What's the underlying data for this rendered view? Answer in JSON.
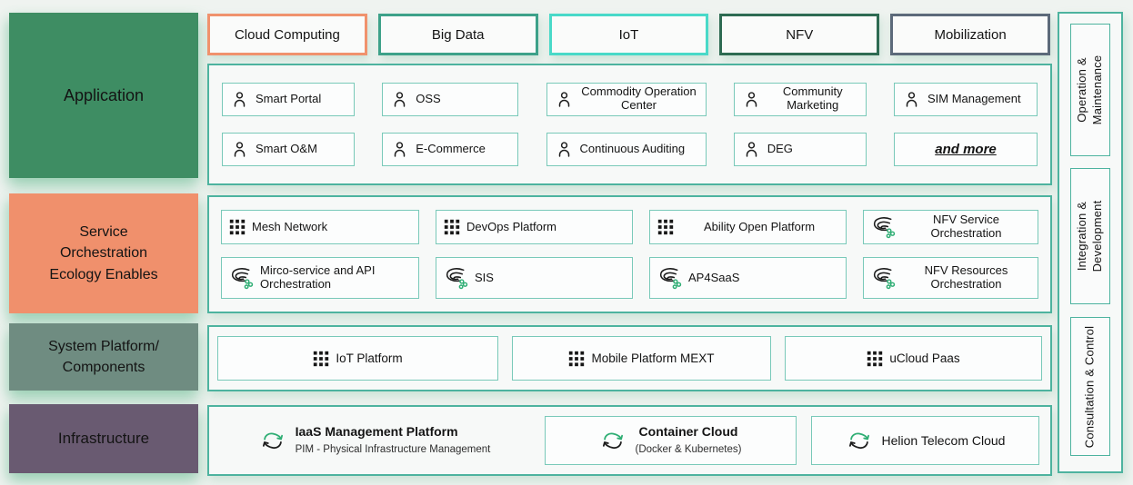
{
  "colors": {
    "bg": "#eff3f0",
    "container-border": "#4db39f",
    "item-border": "#79c9b9",
    "box-bg": "#f7f9f8",
    "cell-bg": "#fcfdfd",
    "app-green": "#3e8d63",
    "soe-salmon": "#f0906c",
    "sys-sage": "#6f8c81",
    "infra-purple": "#695a71",
    "tag-cloud": "#f0926d",
    "tag-bigdata": "#3da189",
    "tag-iot": "#49d9c8",
    "tag-nfv": "#2e6b52",
    "tag-mobilization": "#5c6a7a",
    "dot-green": "#2fae74",
    "ink": "#141414"
  },
  "left_labels": {
    "application": "Application",
    "soe": {
      "lines": [
        "Service",
        "Orchestration",
        "Ecology Enables"
      ]
    },
    "system": {
      "lines": [
        "System Platform/",
        "Components"
      ]
    },
    "infrastructure": "Infrastructure"
  },
  "top_tags": [
    {
      "label": "Cloud Computing"
    },
    {
      "label": "Big Data"
    },
    {
      "label": "IoT"
    },
    {
      "label": "NFV"
    },
    {
      "label": "Mobilization"
    }
  ],
  "application": {
    "items": [
      {
        "label": "Smart Portal"
      },
      {
        "label": "OSS"
      },
      {
        "label": "Commodity Operation Center"
      },
      {
        "label": "Community Marketing"
      },
      {
        "label": "SIM Management"
      },
      {
        "label": "Smart O&M"
      },
      {
        "label": "E-Commerce"
      },
      {
        "label": "Continuous Auditing"
      },
      {
        "label": "DEG"
      }
    ],
    "more_label": "and more"
  },
  "orchestration": {
    "items": [
      {
        "label": "Mesh Network",
        "icon": "grid"
      },
      {
        "label": "DevOps Platform",
        "icon": "grid"
      },
      {
        "label": "Ability Open Platform",
        "icon": "grid"
      },
      {
        "label": "NFV Service Orchestration",
        "icon": "swirl"
      },
      {
        "label": "Mirco-service and API Orchestration",
        "icon": "swirl"
      },
      {
        "label": "SIS",
        "icon": "swirl"
      },
      {
        "label": "AP4SaaS",
        "icon": "swirl"
      },
      {
        "label": "NFV Resources Orchestration",
        "icon": "swirl"
      }
    ]
  },
  "platforms": [
    {
      "label": "IoT Platform"
    },
    {
      "label": "Mobile Platform MEXT"
    },
    {
      "label": "uCloud Paas"
    }
  ],
  "infrastructure": [
    {
      "title": "IaaS Management Platform",
      "subtitle": "PIM - Physical Infrastructure Management"
    },
    {
      "title": "Container Cloud",
      "subtitle": "(Docker & Kubernetes)"
    },
    {
      "title": "Helion Telecom Cloud"
    }
  ],
  "right_panels": [
    {
      "lines": [
        "Operation &",
        "Maintenance"
      ]
    },
    {
      "lines": [
        "Integration &",
        "Development"
      ]
    },
    {
      "lines": [
        "Consultation & Control"
      ]
    }
  ]
}
